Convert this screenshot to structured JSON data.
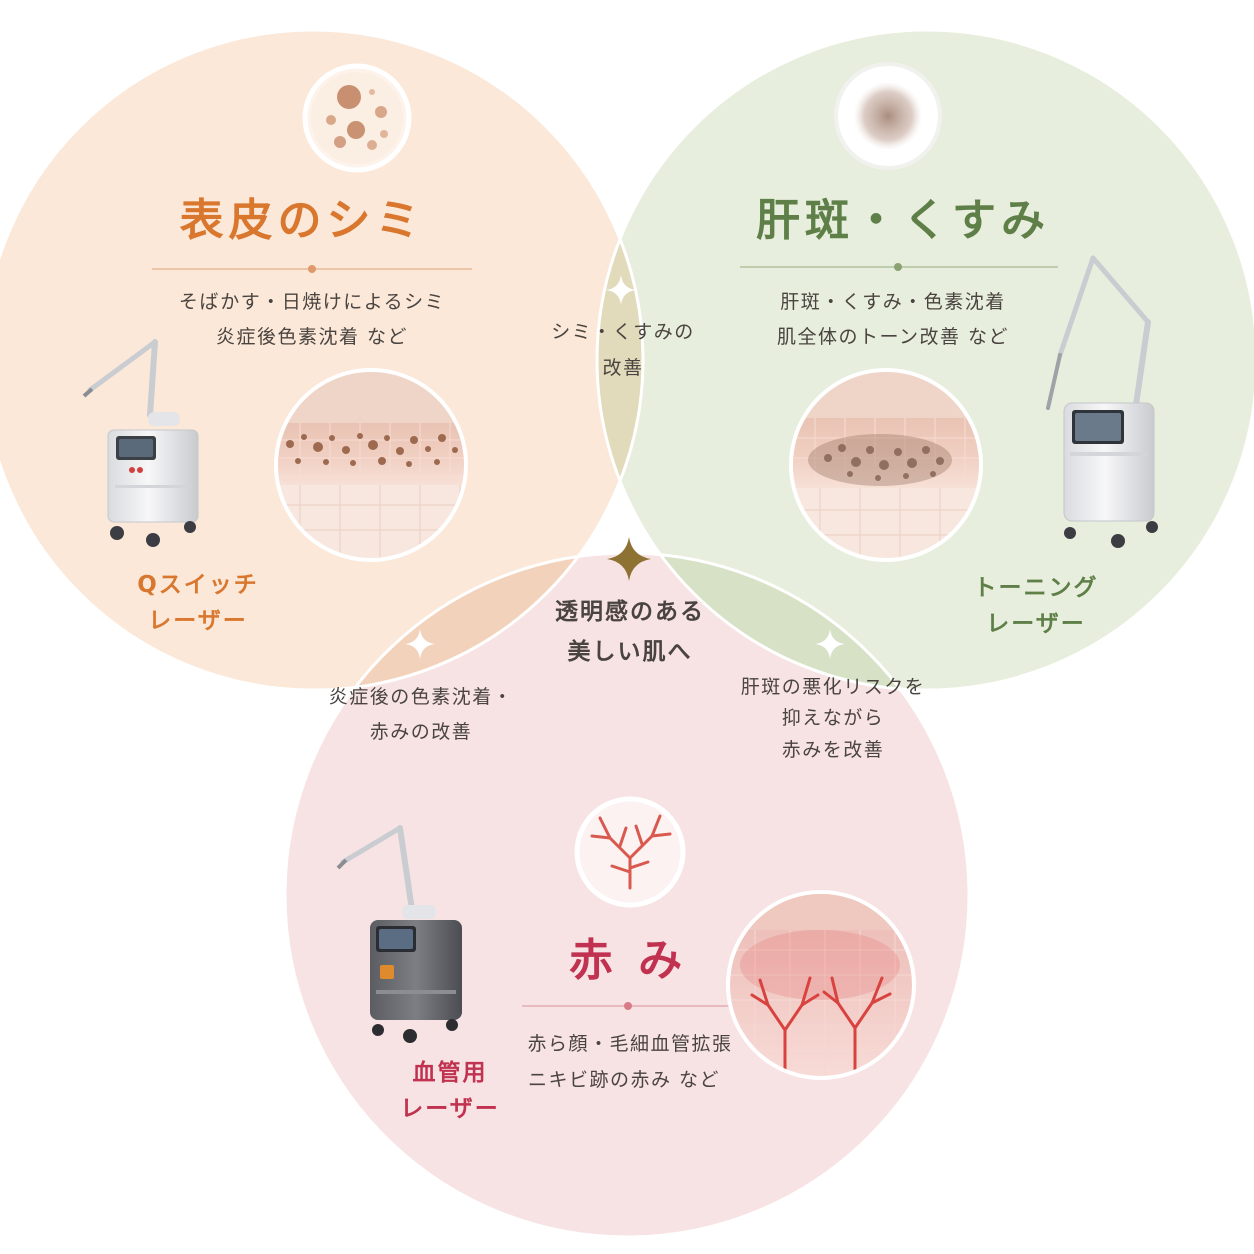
{
  "circles": {
    "pigment": {
      "title": "表皮のシミ",
      "desc_lines": [
        "そばかす・日焼けによるシミ",
        "炎症後色素沈着 など"
      ],
      "device_lines": [
        "Qスイッチ",
        "レーザー"
      ],
      "color": "#d9772f",
      "fill": "#fbe8d8",
      "icon": "pigment-spots-icon"
    },
    "melasma": {
      "title": "肝斑・くすみ",
      "desc_lines": [
        "肝斑・くすみ・色素沈着",
        "肌全体のトーン改善 など"
      ],
      "device_lines": [
        "トーニング",
        "レーザー"
      ],
      "color": "#5f7f48",
      "fill": "#e8eedd",
      "icon": "diffuse-spot-icon"
    },
    "redness": {
      "title": "赤 み",
      "desc_lines": [
        "赤ら顔・毛細血管拡張",
        "ニキビ跡の赤み など"
      ],
      "device_lines": [
        "血管用",
        "レーザー"
      ],
      "color": "#c0324f",
      "fill": "#f8e3e4",
      "icon": "blood-vessel-icon"
    }
  },
  "overlaps": {
    "pigment_melasma": {
      "lines": [
        "シミ・くすみの",
        "改善"
      ]
    },
    "pigment_redness": {
      "lines": [
        "炎症後の色素沈着・",
        "赤みの改善"
      ]
    },
    "melasma_redness": {
      "lines": [
        "肝斑の悪化リスクを",
        "抑えながら",
        "赤みを改善"
      ]
    },
    "center": {
      "lines": [
        "透明感のある",
        "美しい肌へ"
      ]
    }
  },
  "icons": {
    "sparkle": "sparkle-icon",
    "laser_device": "laser-device-icon",
    "skin_cross_section": "skin-cross-section-icon"
  }
}
